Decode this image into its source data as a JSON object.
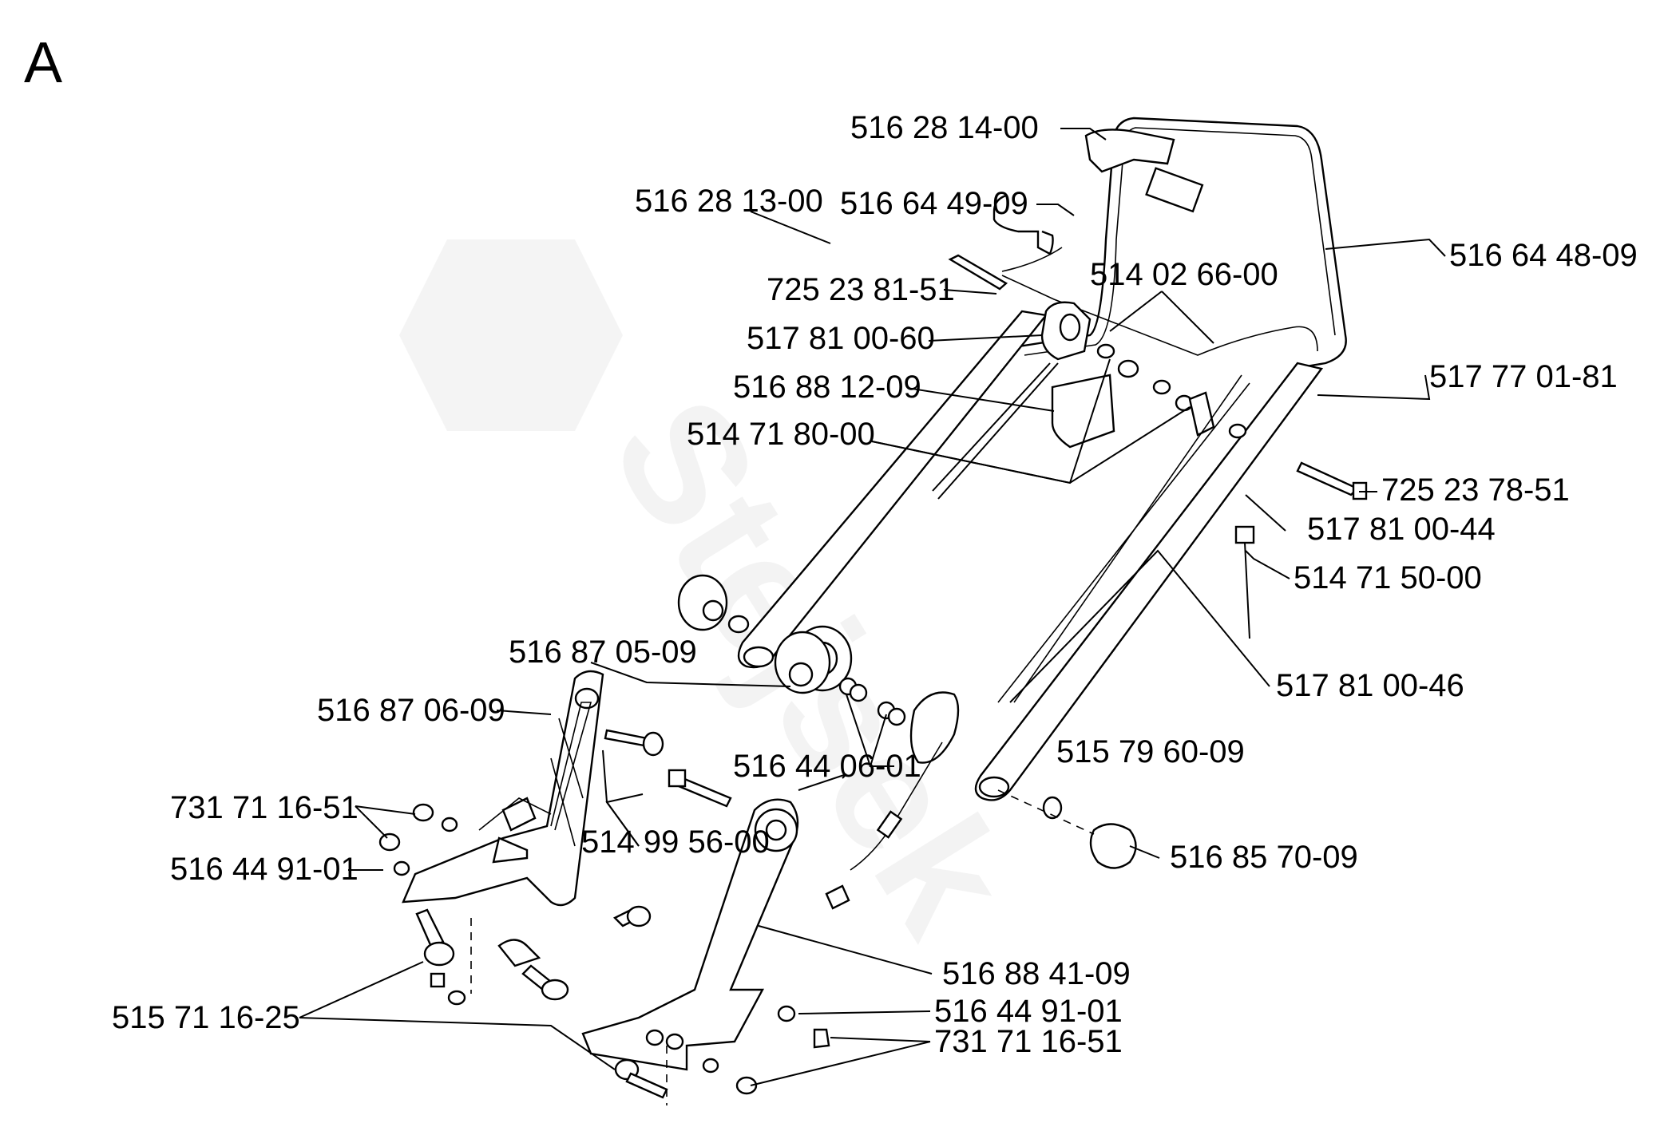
{
  "section": "A",
  "labels": {
    "l_516_28_14_00": "516 28 14-00",
    "l_516_28_13_00": "516 28 13-00",
    "l_516_64_49_09": "516 64 49-09",
    "l_516_64_48_09": "516 64 48-09",
    "l_725_23_81_51": "725 23 81-51",
    "l_514_02_66_00": "514 02 66-00",
    "l_517_81_00_60": "517 81 00-60",
    "l_516_88_12_09": "516 88 12-09",
    "l_517_77_01_81": "517 77 01-81",
    "l_514_71_80_00": "514 71 80-00",
    "l_725_23_78_51": "725 23 78-51",
    "l_517_81_00_44": "517 81 00-44",
    "l_514_71_50_00": "514 71 50-00",
    "l_516_87_05_09": "516 87 05-09",
    "l_517_81_00_46": "517 81 00-46",
    "l_516_87_06_09": "516 87 06-09",
    "l_515_79_60_09": "515 79 60-09",
    "l_516_44_06_01": "516 44 06-01",
    "l_731_71_16_51_a": "731 71 16-51",
    "l_514_99_56_00": "514 99 56-00",
    "l_516_85_70_09": "516 85 70-09",
    "l_516_44_91_01_a": "516 44 91-01",
    "l_516_88_41_09": "516 88 41-09",
    "l_515_71_16_25": "515 71 16-25",
    "l_516_44_91_01_b": "516 44 91-01",
    "l_731_71_16_51_b": "731 71 16-51"
  }
}
